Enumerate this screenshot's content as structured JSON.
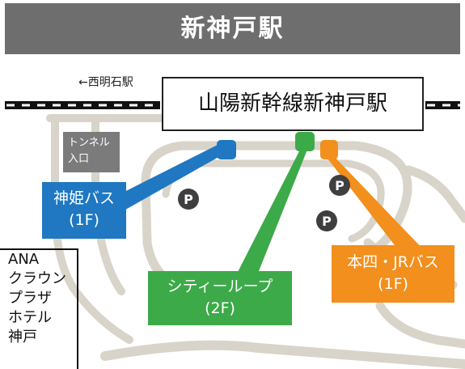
{
  "map": {
    "title": "新神戸駅",
    "direction_west": "←西明石駅",
    "station": "山陽新幹線新神戸駅",
    "tunnel_entrance": [
      "トンネル",
      "入口"
    ],
    "parking_icon": "P",
    "bus_stops": [
      {
        "name": "神姫バス",
        "floor": "(1F)",
        "color": "#1f78c1"
      },
      {
        "name": "シティーループ",
        "floor": "(2F)",
        "color": "#3daa4a"
      },
      {
        "name": "本四・JRバス",
        "floor": "(1F)",
        "color": "#f28f1d"
      }
    ],
    "hotel": [
      "ANA",
      "クラウン",
      "プラザ",
      "ホテル",
      "神戸"
    ],
    "colors": {
      "banner": "#6e6e6e",
      "road": "#d9d4c9",
      "rail": "#111111",
      "parking": "#3f3f3f"
    }
  }
}
